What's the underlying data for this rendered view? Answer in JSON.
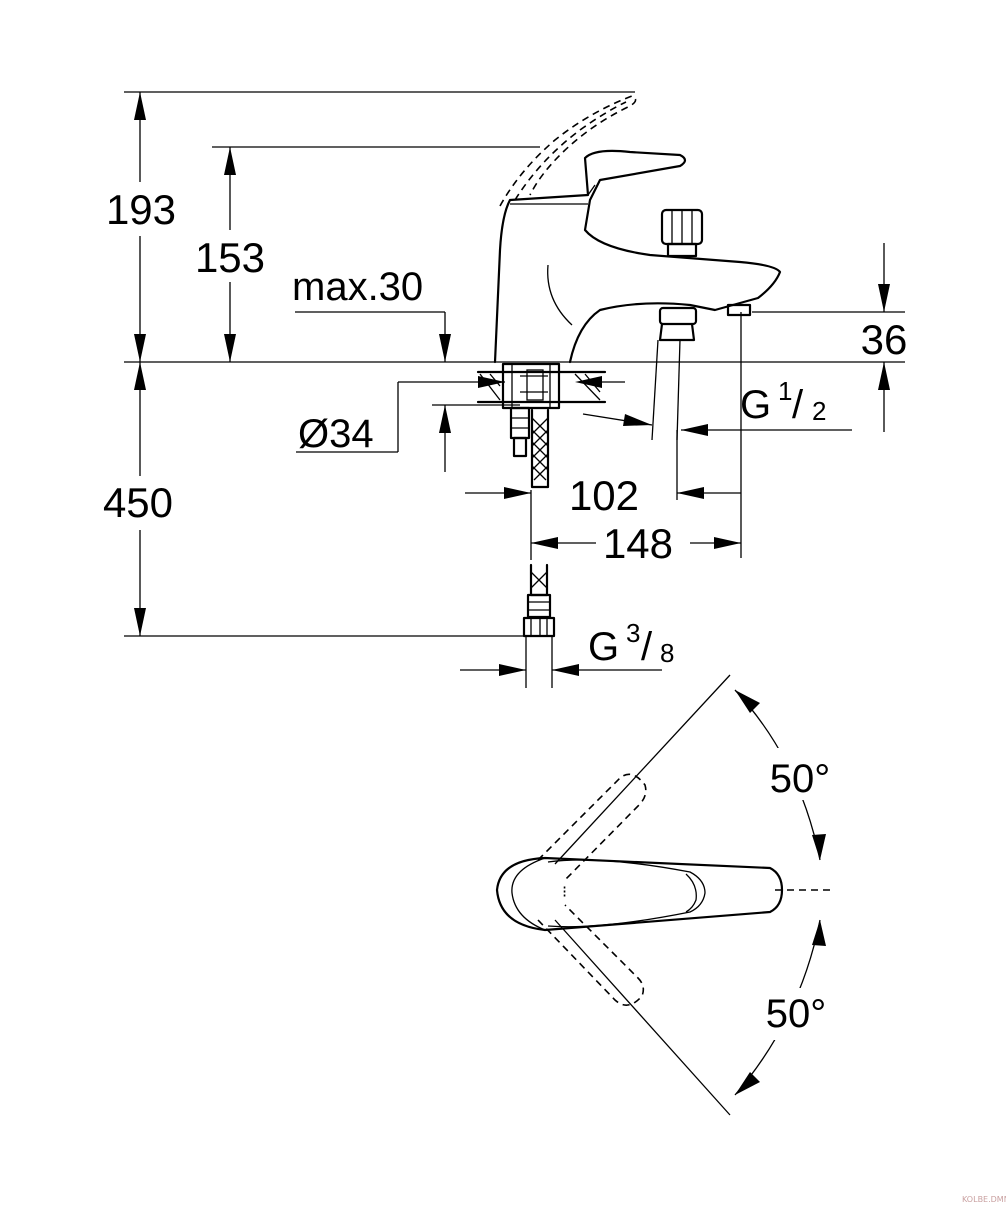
{
  "dimensions": {
    "height_total": "193",
    "height_lever": "153",
    "max_deck": "max.30",
    "depth_below": "450",
    "diameter": "Ø34",
    "spout_height": "36",
    "reach_spout": "102",
    "reach_total": "148"
  },
  "threads": {
    "outlet_prefix": "G",
    "outlet_num": "1",
    "outlet_den": "2",
    "inlet_prefix": "G",
    "inlet_num": "3",
    "inlet_den": "8"
  },
  "angles": {
    "upper": "50°",
    "lower": "50°"
  },
  "watermark": "KOLBE.DMN"
}
